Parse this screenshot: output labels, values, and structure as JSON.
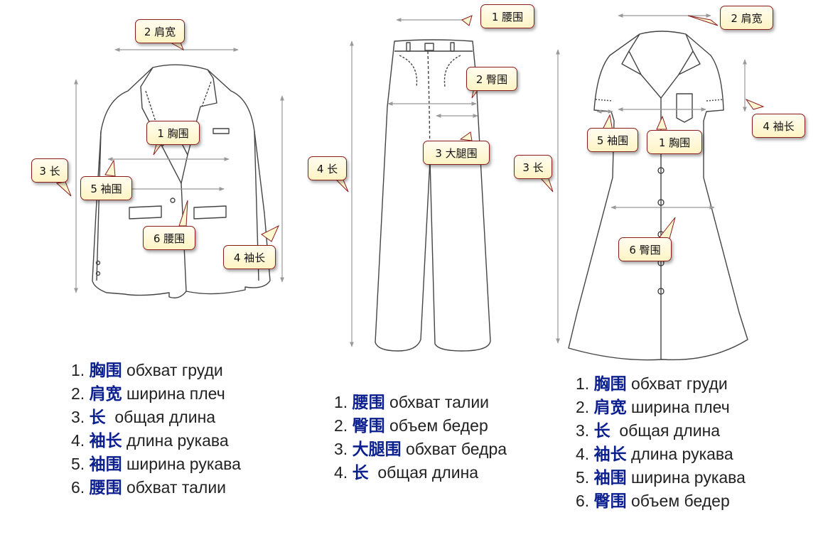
{
  "jacket": {
    "tags": {
      "shoulder": "2 肩宽",
      "chest": "1 胸围",
      "length": "3 长",
      "sleeve_width": "5 袖围",
      "waist": "6 腰围",
      "sleeve_length": "4 袖长"
    },
    "legend": [
      {
        "num": "1.",
        "cn": "胸围",
        "ru": "обхват груди"
      },
      {
        "num": "2.",
        "cn": "肩宽",
        "ru": "ширина плеч"
      },
      {
        "num": "3.",
        "cn": "长",
        "ru": " общая длина"
      },
      {
        "num": "4.",
        "cn": "袖长",
        "ru": "длина рукава"
      },
      {
        "num": "5.",
        "cn": "袖围",
        "ru": "ширина рукава"
      },
      {
        "num": "6.",
        "cn": "腰围",
        "ru": "обхват талии"
      }
    ]
  },
  "pants": {
    "tags": {
      "waist": "1 腰围",
      "hip": "2 臀围",
      "thigh": "3 大腿围",
      "length": "4 长"
    },
    "legend": [
      {
        "num": "1.",
        "cn": "腰围",
        "ru": "обхват талии"
      },
      {
        "num": "2.",
        "cn": "臀围",
        "ru": "объем бедер"
      },
      {
        "num": "3.",
        "cn": "大腿围",
        "ru": "обхват бедра"
      },
      {
        "num": "4.",
        "cn": "长",
        "ru": " общая длина"
      }
    ]
  },
  "dress": {
    "tags": {
      "shoulder": "2 肩宽",
      "sleeve_length": "4 袖长",
      "sleeve_width": "5 袖围",
      "chest": "1 胸围",
      "length": "3 长",
      "hip": "6 臀围"
    },
    "legend": [
      {
        "num": "1.",
        "cn": "胸围",
        "ru": "обхват груди"
      },
      {
        "num": "2.",
        "cn": "肩宽",
        "ru": "ширина плеч"
      },
      {
        "num": "3.",
        "cn": "长",
        "ru": " общая длина"
      },
      {
        "num": "4.",
        "cn": "袖长",
        "ru": "длина рукава"
      },
      {
        "num": "5.",
        "cn": "袖围",
        "ru": "ширина рукава"
      },
      {
        "num": "6.",
        "cn": "臀围",
        "ru": "объем бедер"
      }
    ]
  },
  "colors": {
    "outline": "#444444",
    "measure": "#999999",
    "tag_border": "#8a1c1c",
    "cn_text": "#0b1f8f"
  }
}
